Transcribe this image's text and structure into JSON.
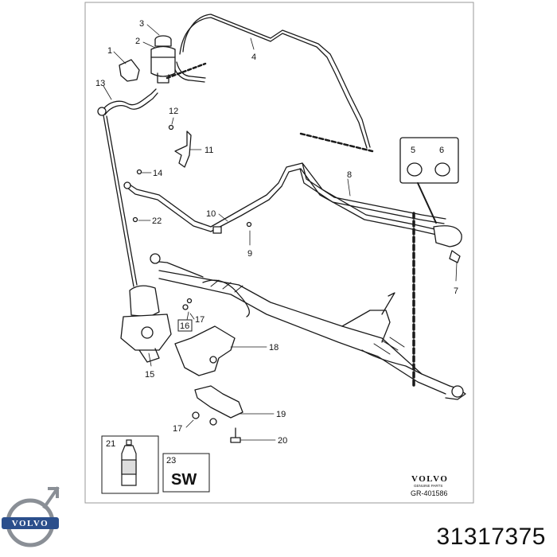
{
  "diagram": {
    "callouts": {
      "c1": "1",
      "c2": "2",
      "c3": "3",
      "c4": "4",
      "c5": "5",
      "c6": "6",
      "c7": "7",
      "c8": "8",
      "c9": "9",
      "c10": "10",
      "c11": "11",
      "c12": "12",
      "c13": "13",
      "c14": "14",
      "c15": "15",
      "c16": "16",
      "c17a": "17",
      "c17b": "17",
      "c18": "18",
      "c19": "19",
      "c20": "20",
      "c21": "21",
      "c22": "22",
      "c23": "23"
    },
    "sw_label": "SW",
    "brand_text": "VOLVO",
    "brand_subtext": "GENUINE PARTS",
    "drawing_ref": "GR-401586"
  },
  "footer": {
    "logo_text": "VOLVO",
    "part_number": "31317375"
  },
  "colors": {
    "line": "#1a1a1a",
    "frame": "#999999",
    "logo_blue": "#2b4f8c"
  }
}
